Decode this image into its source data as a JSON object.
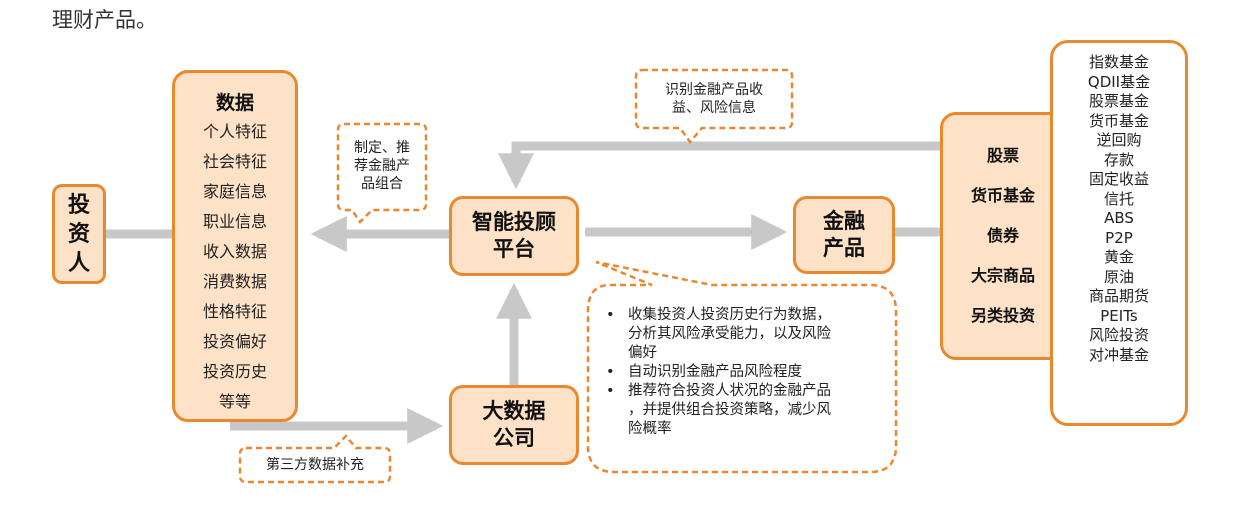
{
  "header": {
    "text": "理财产品。"
  },
  "investor": {
    "lines": [
      "投",
      "资",
      "人"
    ]
  },
  "data_box": {
    "title": "数据",
    "items": [
      "个人特征",
      "社会特征",
      "家庭信息",
      "职业信息",
      "收入数据",
      "消费数据",
      "性格特征",
      "投资偏好",
      "投资历史",
      "等等"
    ]
  },
  "platform": {
    "lines": [
      "智能投顾",
      "平台"
    ]
  },
  "bigdata": {
    "lines": [
      "大数据",
      "公司"
    ]
  },
  "financial_products": {
    "lines": [
      "金融",
      "产品"
    ]
  },
  "categories": {
    "items": [
      "股票",
      "货币基金",
      "债券",
      "大宗商品",
      "另类投资"
    ]
  },
  "product_list": {
    "items": [
      "指数基金",
      "QDII基金",
      "股票基金",
      "货币基金",
      "逆回购",
      "存款",
      "固定收益",
      "信托",
      "ABS",
      "P2P",
      "黄金",
      "原油",
      "商品期货",
      "PEITs",
      "风险投资",
      "对冲基金"
    ]
  },
  "callouts": {
    "recommend": {
      "lines": [
        "制定、推",
        "荐金融产",
        "品组合"
      ]
    },
    "identify": {
      "lines": [
        "识别金融产品收",
        "益、风险信息"
      ]
    },
    "third_party": {
      "text": "第三方数据补充"
    },
    "analysis": {
      "bullet_symbol": "•",
      "bullets": [
        {
          "lines": [
            "收集投资人投资历史行为数据，",
            "分析其风险承受能力，以及风险",
            "偏好"
          ]
        },
        {
          "lines": [
            "自动识别金融产品风险程度"
          ]
        },
        {
          "lines": [
            "推荐符合投资人状况的金融产品",
            "，并提供组合投资策略，减少风",
            "险概率"
          ]
        }
      ]
    }
  },
  "colors": {
    "box_fill": "#fde2c8",
    "box_border": "#e9892f",
    "arrow": "#c8c8c8",
    "callout_dash": "#e9892f"
  }
}
